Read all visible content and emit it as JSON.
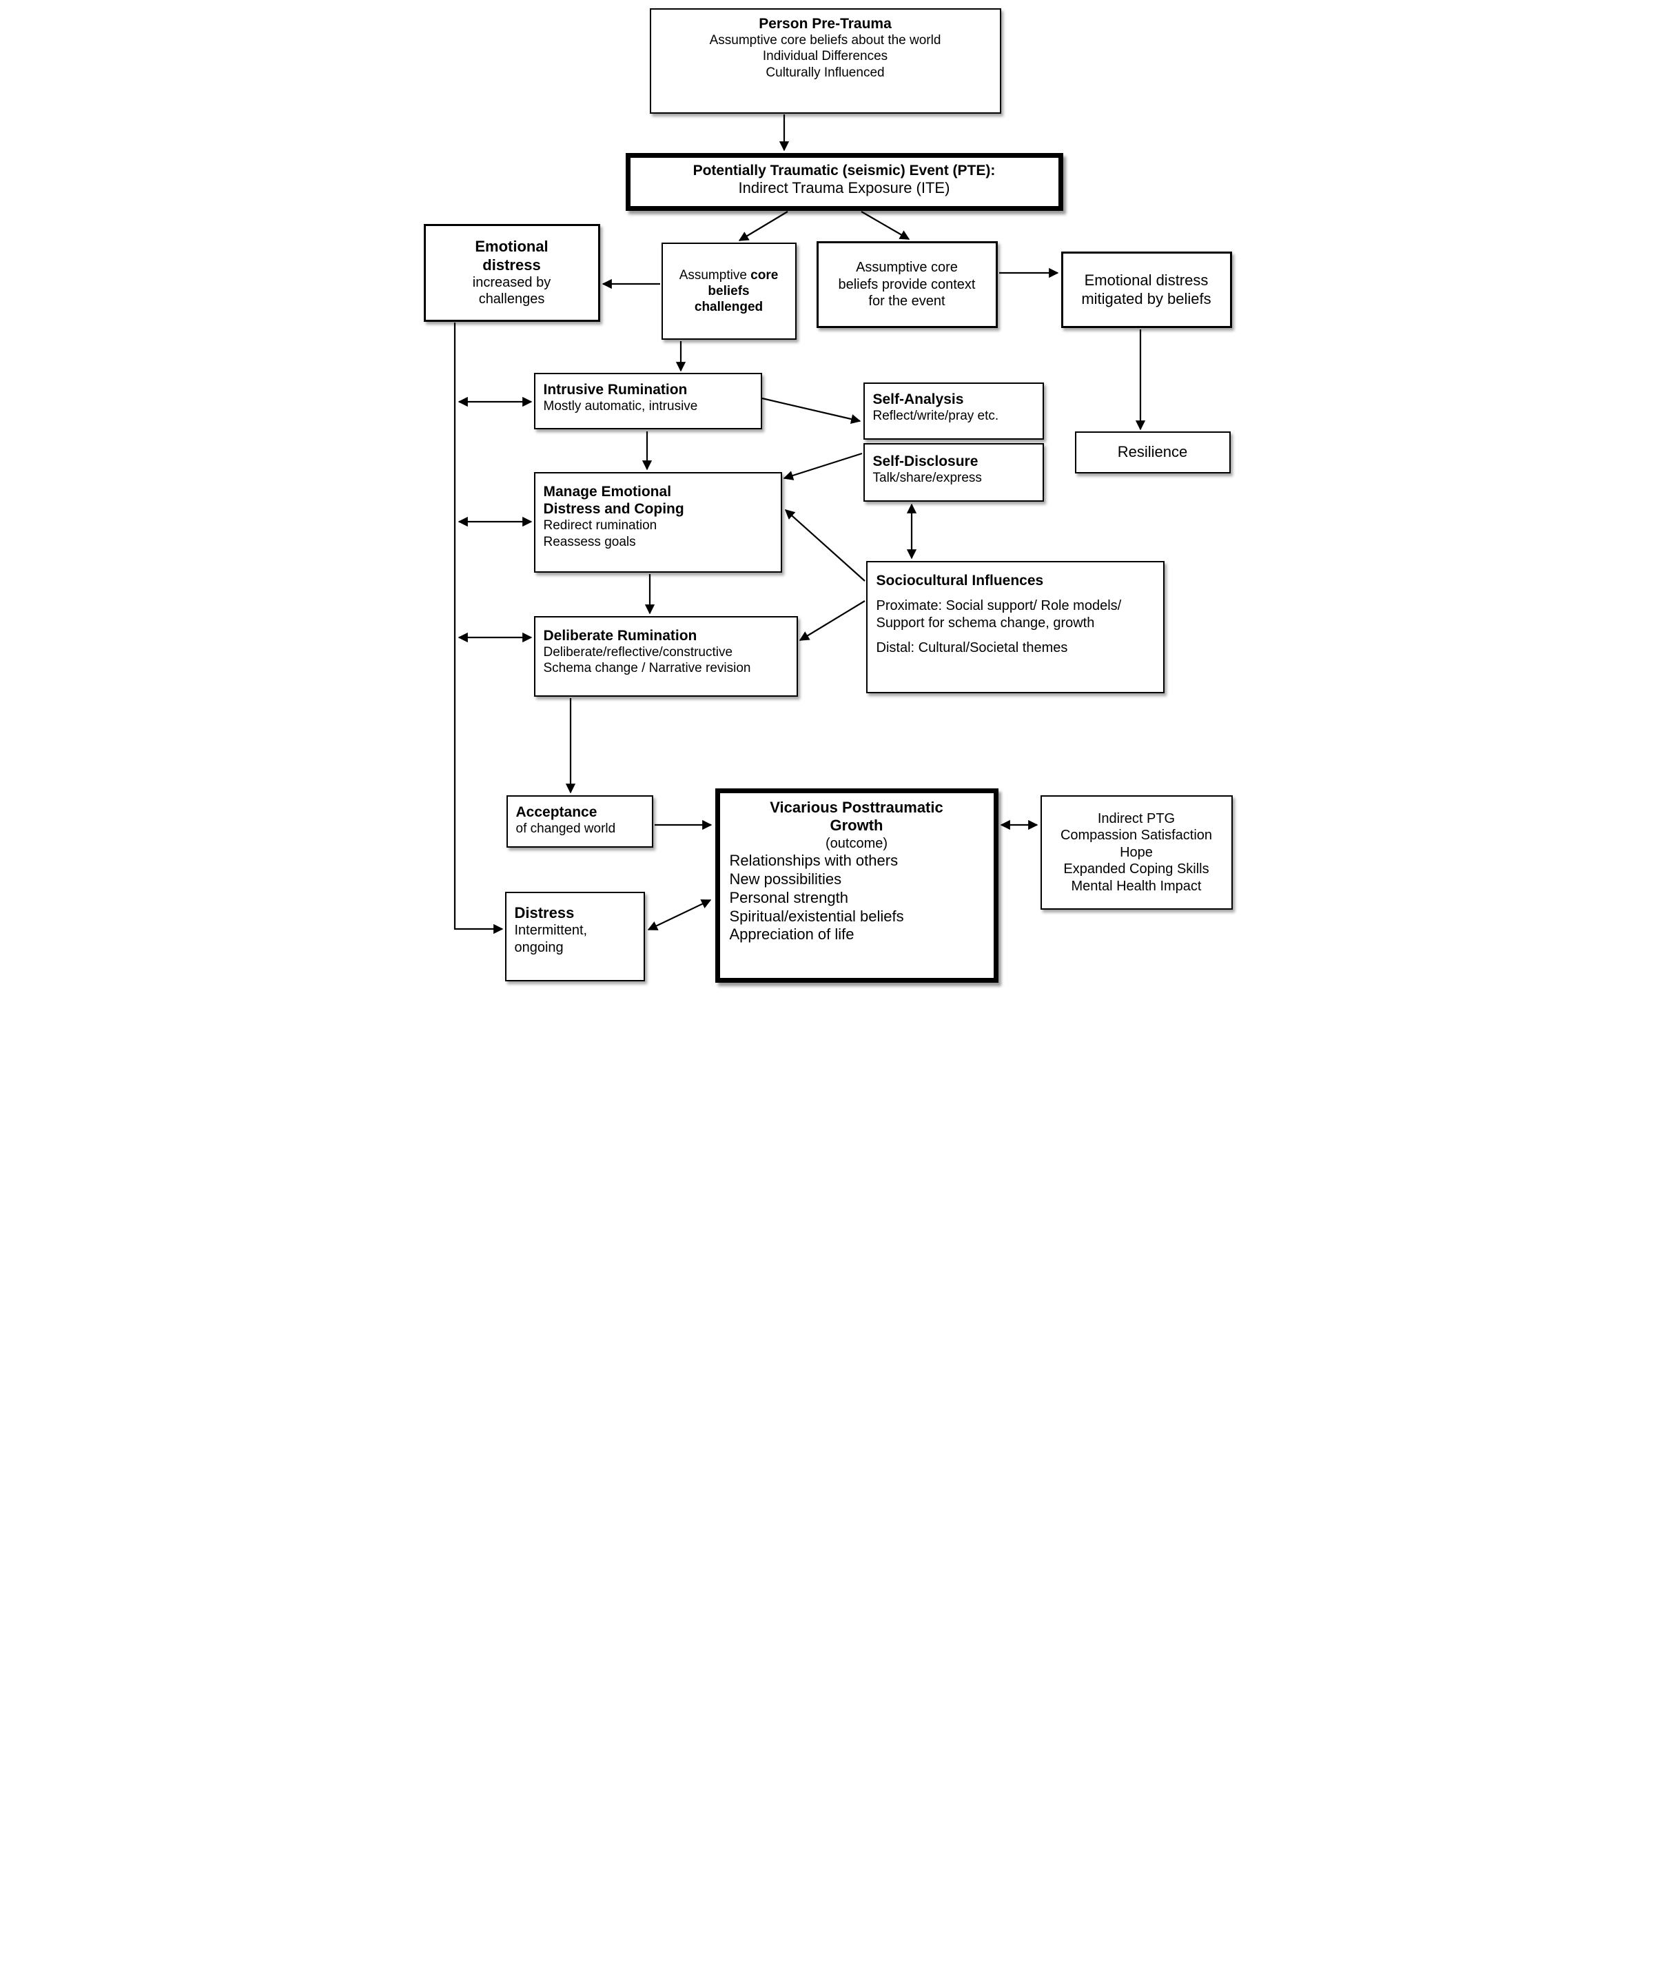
{
  "nodes": {
    "person": {
      "title": "Person Pre-Trauma",
      "lines": [
        "Assumptive core beliefs about the world",
        "Individual Differences",
        "Culturally Influenced"
      ]
    },
    "pte": {
      "title": "Potentially Traumatic (seismic) Event (PTE):",
      "subtitle": "Indirect Trauma Exposure (ITE)"
    },
    "emotional_distress_increased": {
      "bold_lines": [
        "Emotional",
        "distress"
      ],
      "lines": [
        "increased by",
        "challenges"
      ]
    },
    "challenged": {
      "line1_regular": "Assumptive ",
      "line1_bold": "core",
      "line2": "beliefs",
      "line3": "challenged"
    },
    "context": {
      "lines": [
        "Assumptive core",
        "beliefs provide context",
        "for the event"
      ]
    },
    "mitigated": {
      "lines": [
        "Emotional distress",
        "mitigated by beliefs"
      ]
    },
    "intrusive": {
      "title": "Intrusive Rumination",
      "subtitle": "Mostly automatic, intrusive"
    },
    "self_analysis": {
      "title": "Self-Analysis",
      "subtitle": "Reflect/write/pray etc."
    },
    "self_disclosure": {
      "title": "Self-Disclosure",
      "subtitle": "Talk/share/express"
    },
    "resilience": {
      "title": "Resilience"
    },
    "manage": {
      "title_line1": "Manage Emotional",
      "title_line2": "Distress and Coping",
      "lines": [
        "Redirect rumination",
        "Reassess goals"
      ]
    },
    "sociocultural": {
      "title": "Sociocultural Influences",
      "proximate_line1": "Proximate: Social support/ Role models/",
      "proximate_line2": "Support for schema change, growth",
      "distal": "Distal: Cultural/Societal themes"
    },
    "deliberate": {
      "title": "Deliberate Rumination",
      "lines": [
        "Deliberate/reflective/constructive",
        "Schema change / Narrative revision"
      ]
    },
    "acceptance": {
      "title": "Acceptance",
      "subtitle": "of changed world"
    },
    "vpg": {
      "title_line1": "Vicarious Posttraumatic",
      "title_line2": "Growth",
      "subtitle": "(outcome)",
      "items": [
        "Relationships with others",
        "New possibilities",
        "Personal strength",
        "Spiritual/existential beliefs",
        "Appreciation of life"
      ]
    },
    "indirect_ptg": {
      "lines": [
        "Indirect PTG",
        "Compassion Satisfaction",
        "Hope",
        "Expanded Coping Skills",
        "Mental Health Impact"
      ]
    },
    "distress": {
      "title": "Distress",
      "lines": [
        "Intermittent,",
        "ongoing"
      ]
    }
  }
}
